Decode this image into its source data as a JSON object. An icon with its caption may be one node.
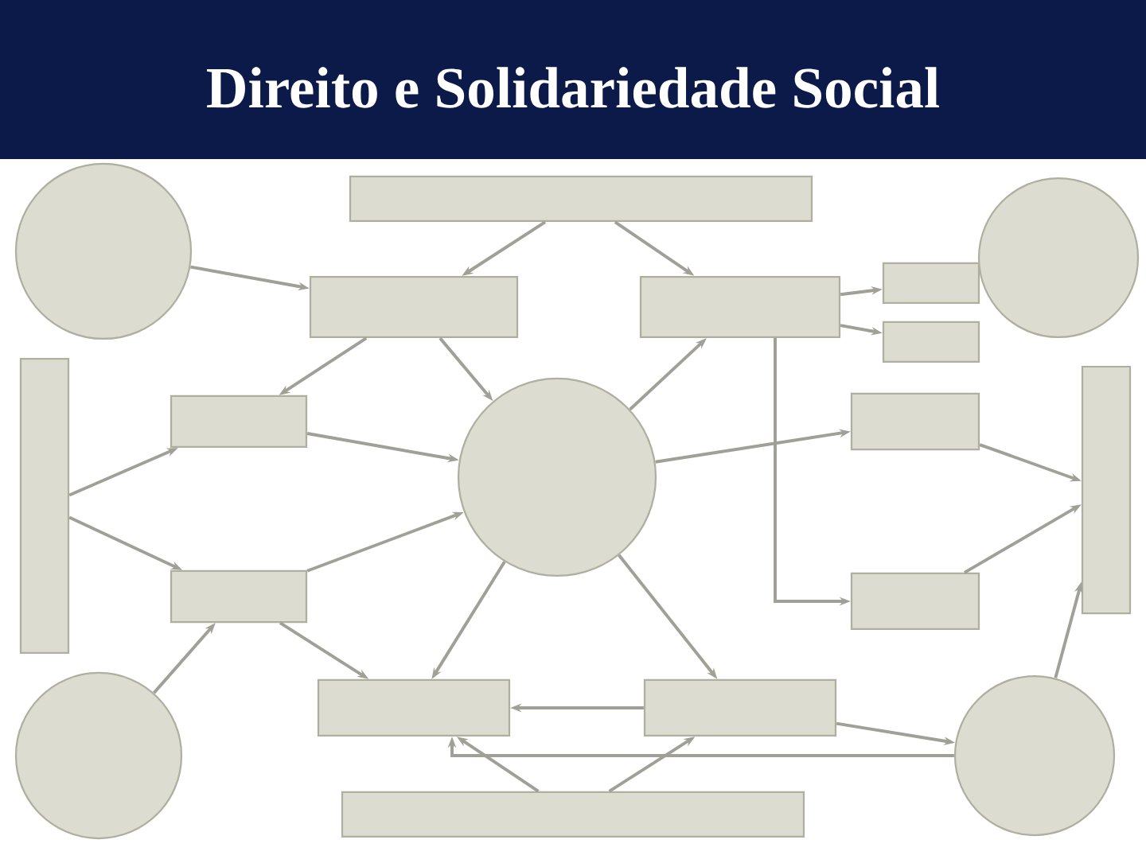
{
  "diagram": {
    "title": "Direito e Solidariedade Social",
    "nodes": [
      {
        "text": [],
        "shape": "circle"
      },
      {
        "text": [],
        "shape": "box"
      },
      {
        "text": [],
        "shape": "box"
      },
      {
        "text": [],
        "shape": "box"
      },
      {
        "text": [],
        "shape": "box"
      },
      {
        "text": [],
        "shape": "box"
      },
      {
        "text": [],
        "shape": "circle"
      },
      {
        "text": [],
        "shape": "bar"
      },
      {
        "text": [],
        "shape": "box"
      },
      {
        "text": [],
        "shape": "circle"
      },
      {
        "text": [],
        "shape": "box"
      },
      {
        "text": [],
        "shape": "bar"
      },
      {
        "text": [],
        "shape": "box"
      },
      {
        "text": [],
        "shape": "box"
      },
      {
        "text": [],
        "shape": "circle"
      },
      {
        "text": [],
        "shape": "box"
      },
      {
        "text": [],
        "shape": "box"
      },
      {
        "text": [],
        "shape": "circle"
      },
      {
        "text": [],
        "shape": "box"
      }
    ],
    "edges": [
      {
        "from": 1,
        "to": 2,
        "arrow": "to"
      },
      {
        "from": 1,
        "to": 3,
        "arrow": "to"
      },
      {
        "from": 0,
        "to": 2,
        "arrow": "to"
      },
      {
        "from": 2,
        "to": 8,
        "arrow": "to"
      },
      {
        "from": 2,
        "to": 9,
        "arrow": "to"
      },
      {
        "from": 9,
        "to": 3,
        "arrow": "to"
      },
      {
        "from": 3,
        "to": 4,
        "arrow": "to"
      },
      {
        "from": 3,
        "to": 5,
        "arrow": "to"
      },
      {
        "from": 7,
        "to": 8,
        "arrow": "to"
      },
      {
        "from": 8,
        "to": 9,
        "arrow": "to"
      },
      {
        "from": 9,
        "to": 10,
        "arrow": "to"
      },
      {
        "from": 10,
        "to": 11,
        "arrow": "to"
      },
      {
        "from": 3,
        "to": 13,
        "arrow": "to"
      },
      {
        "from": 13,
        "to": 11,
        "arrow": "to"
      },
      {
        "from": 7,
        "to": 12,
        "arrow": "to"
      },
      {
        "from": 12,
        "to": 9,
        "arrow": "to"
      },
      {
        "from": 12,
        "to": 15,
        "arrow": "to"
      },
      {
        "from": 14,
        "to": 12,
        "arrow": "to"
      },
      {
        "from": 9,
        "to": 15,
        "arrow": "to"
      },
      {
        "from": 9,
        "to": 16,
        "arrow": "to"
      },
      {
        "from": 16,
        "to": 15,
        "arrow": "to"
      },
      {
        "from": 16,
        "to": 17,
        "arrow": "to"
      },
      {
        "from": 17,
        "to": 15,
        "arrow": "to"
      },
      {
        "from": 18,
        "to": 15,
        "arrow": "to"
      },
      {
        "from": 18,
        "to": 16,
        "arrow": "to"
      },
      {
        "from": 17,
        "to": 11,
        "arrow": "to"
      }
    ]
  }
}
